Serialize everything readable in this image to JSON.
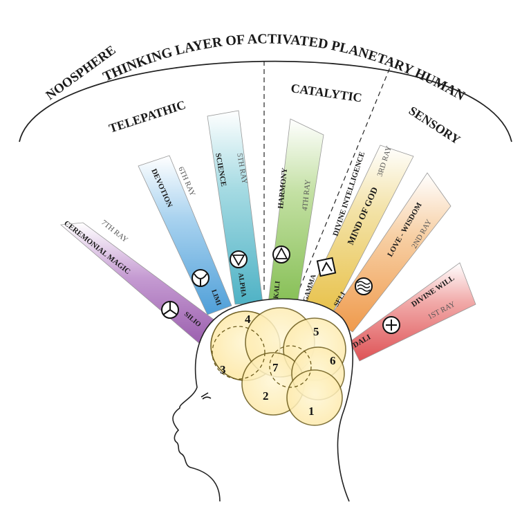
{
  "title": "THINKING LAYER OF ACTIVATED PLANETARY HUMAN",
  "arc_left_label": "NOOSPHERE",
  "groups": {
    "telepathic": "TELEPATHIC",
    "catalytic": "CATALYTIC",
    "sensory": "SENSORY"
  },
  "rays": [
    {
      "name": "CEREMONIAL MAGIC",
      "ray": "7TH RAY",
      "glyph": "SILIO",
      "color": "#9b5fae",
      "icon": "triple-curve-icon"
    },
    {
      "name": "DEVOTION",
      "ray": "6TH RAY",
      "glyph": "LIMI",
      "color": "#5aa7da",
      "icon": "crescent-v-icon"
    },
    {
      "name": "SCIENCE",
      "ray": "5TH RAY",
      "glyph": "ALPHA",
      "color": "#58b7c8",
      "icon": "down-triangle-circle-icon"
    },
    {
      "name": "HARMONY",
      "ray": "4TH RAY",
      "glyph": "KALI",
      "color": "#8ac15b",
      "icon": "up-triangle-circle-icon"
    },
    {
      "name": "DIVINE INTELLIGENCE",
      "ray": "3RD RAY",
      "glyph": "GAMMA",
      "color": "#e9c95a",
      "icon": "gamma-square-icon"
    },
    {
      "name": "MIND OF GOD",
      "ray": "",
      "glyph": "",
      "color": "#e9c95a",
      "icon": ""
    },
    {
      "name": "LOVE - WISDOM",
      "ray": "2ND RAY",
      "glyph": "SELI",
      "color": "#f0a45a",
      "icon": "waves-circle-icon"
    },
    {
      "name": "DIVINE WILL",
      "ray": "1ST RAY",
      "glyph": "DALI",
      "color": "#e0605e",
      "icon": "cross-circle-icon"
    }
  ],
  "brain_numbers": [
    "1",
    "2",
    "3",
    "4",
    "5",
    "6",
    "7"
  ]
}
